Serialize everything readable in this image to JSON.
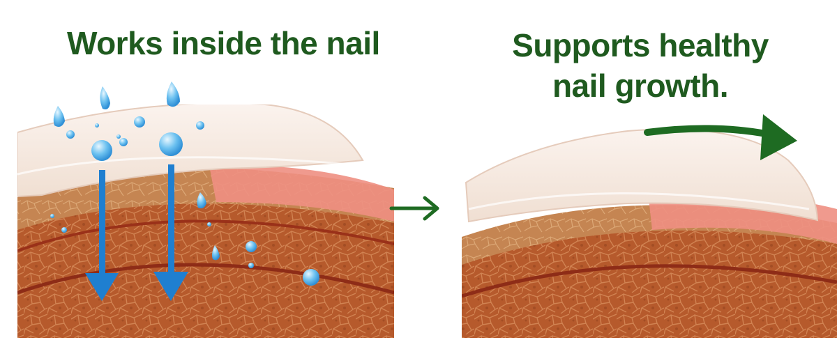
{
  "left_panel": {
    "heading": "Works inside the nail"
  },
  "right_panel": {
    "heading_lines": [
      "Supports healthy",
      "nail growth."
    ]
  },
  "colors": {
    "heading": "#1f5a1f",
    "arrow_green": "#1e6b22",
    "penetration_arrow": "#1f7fd0",
    "droplet": "#5fb8ee",
    "nail_plate": "#f6ece4",
    "tissue": "#b85a2c",
    "pink_layer": "#ee8f82"
  },
  "icons": {
    "between_panels": "right-arrow-icon",
    "growth": "curved-arrow-icon",
    "penetration": "down-arrow-icon",
    "droplet": "water-droplet-icon"
  }
}
